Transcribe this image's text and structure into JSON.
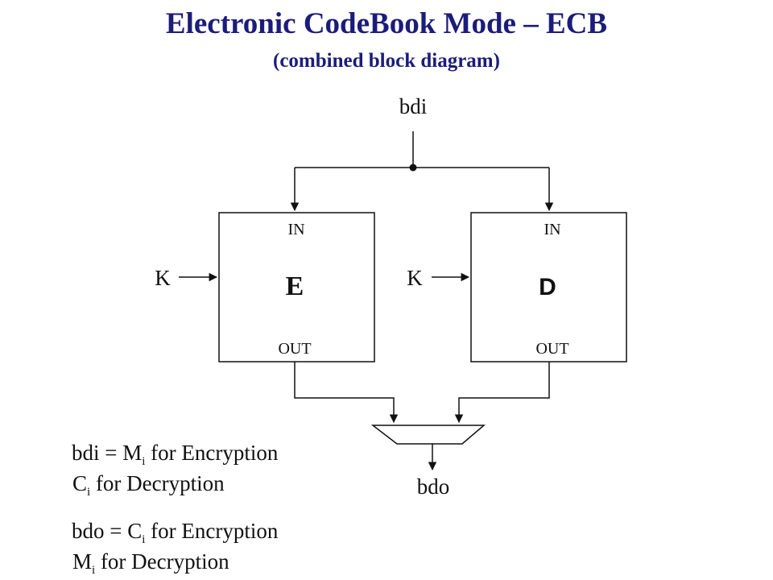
{
  "title": "Electronic CodeBook Mode – ECB",
  "subtitle": "(combined block diagram)",
  "input_label": "bdi",
  "output_label": "bdo",
  "encrypt_block": {
    "name": "E",
    "in_label": "IN",
    "out_label": "OUT",
    "key_label": "K"
  },
  "decrypt_block": {
    "name": "D",
    "in_label": "IN",
    "out_label": "OUT",
    "key_label": "K"
  },
  "notes": {
    "bdi_prefix": "bdi = ",
    "bdi_enc_var": "M",
    "bdi_enc_text": " for Encryption",
    "bdi_dec_var": "C",
    "bdi_dec_text": " for Decryption",
    "bdo_prefix": "bdo = ",
    "bdo_enc_var": "C",
    "bdo_enc_text": " for Encryption",
    "bdo_dec_var": "M",
    "bdo_dec_text": " for Decryption",
    "subscript": "i"
  }
}
